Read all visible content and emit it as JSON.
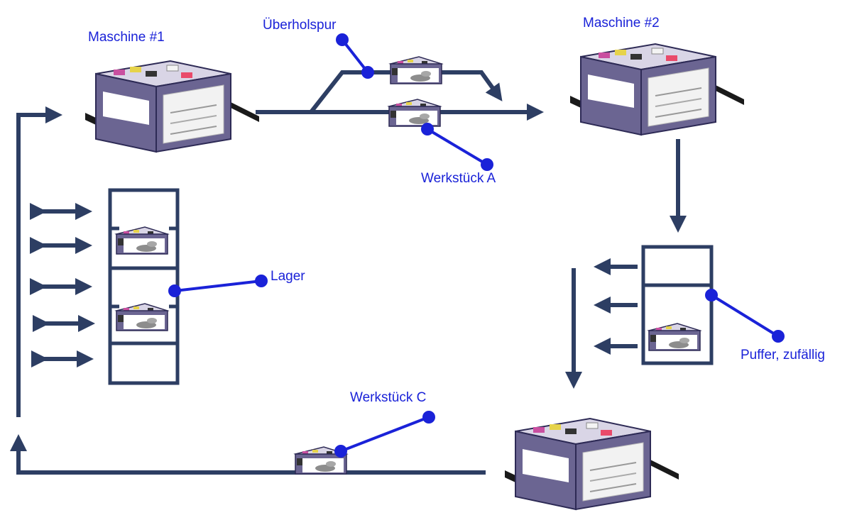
{
  "labels": {
    "machine1": "Maschine #1",
    "machine2": "Maschine #2",
    "overtake_lane": "Überholspur",
    "workpiece_a": "Werkstück A",
    "storage": "Lager",
    "buffer": "Puffer, zufällig",
    "workpiece_c": "Werkstück C"
  },
  "colors": {
    "flow": "#2d3e63",
    "callout": "#1a22d8",
    "machine_body": "#6b6592",
    "machine_frame": "#2d2a55",
    "machine_feet": "#1a1a1a"
  },
  "icons": {
    "machine": "machine-unit-icon",
    "carrier": "workpiece-carrier-icon"
  }
}
